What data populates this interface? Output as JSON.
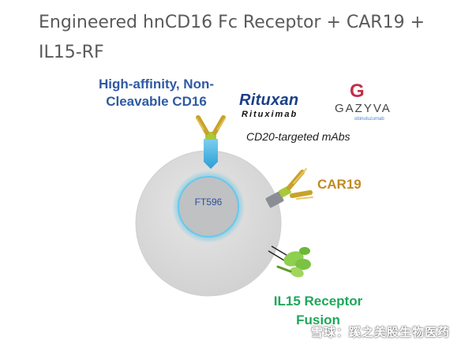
{
  "heading": "Engineered hnCD16 Fc Receptor + CAR19 + IL15-RF",
  "labels": {
    "cd16": "High-affinity, Non-Cleavable CD16",
    "car19": "CAR19",
    "il15": "IL15 Receptor Fusion",
    "cell": "FT596"
  },
  "mabs": {
    "rituxan": "Rituxan",
    "rituximab": "Rituximab",
    "gazyva_logo": "G",
    "gazyva": "GAZYVA",
    "gazyva_sub": "obinutuzumab",
    "caption": "CD20-targeted mAbs"
  },
  "watermark": "雪球：蹊之美股生物医药",
  "colors": {
    "cd16": "#2f5aa3",
    "car19": "#c08a22",
    "il15": "#1ea85a",
    "cell": "#dcdcdc",
    "nucleus_glow": "#4fc3e8"
  }
}
